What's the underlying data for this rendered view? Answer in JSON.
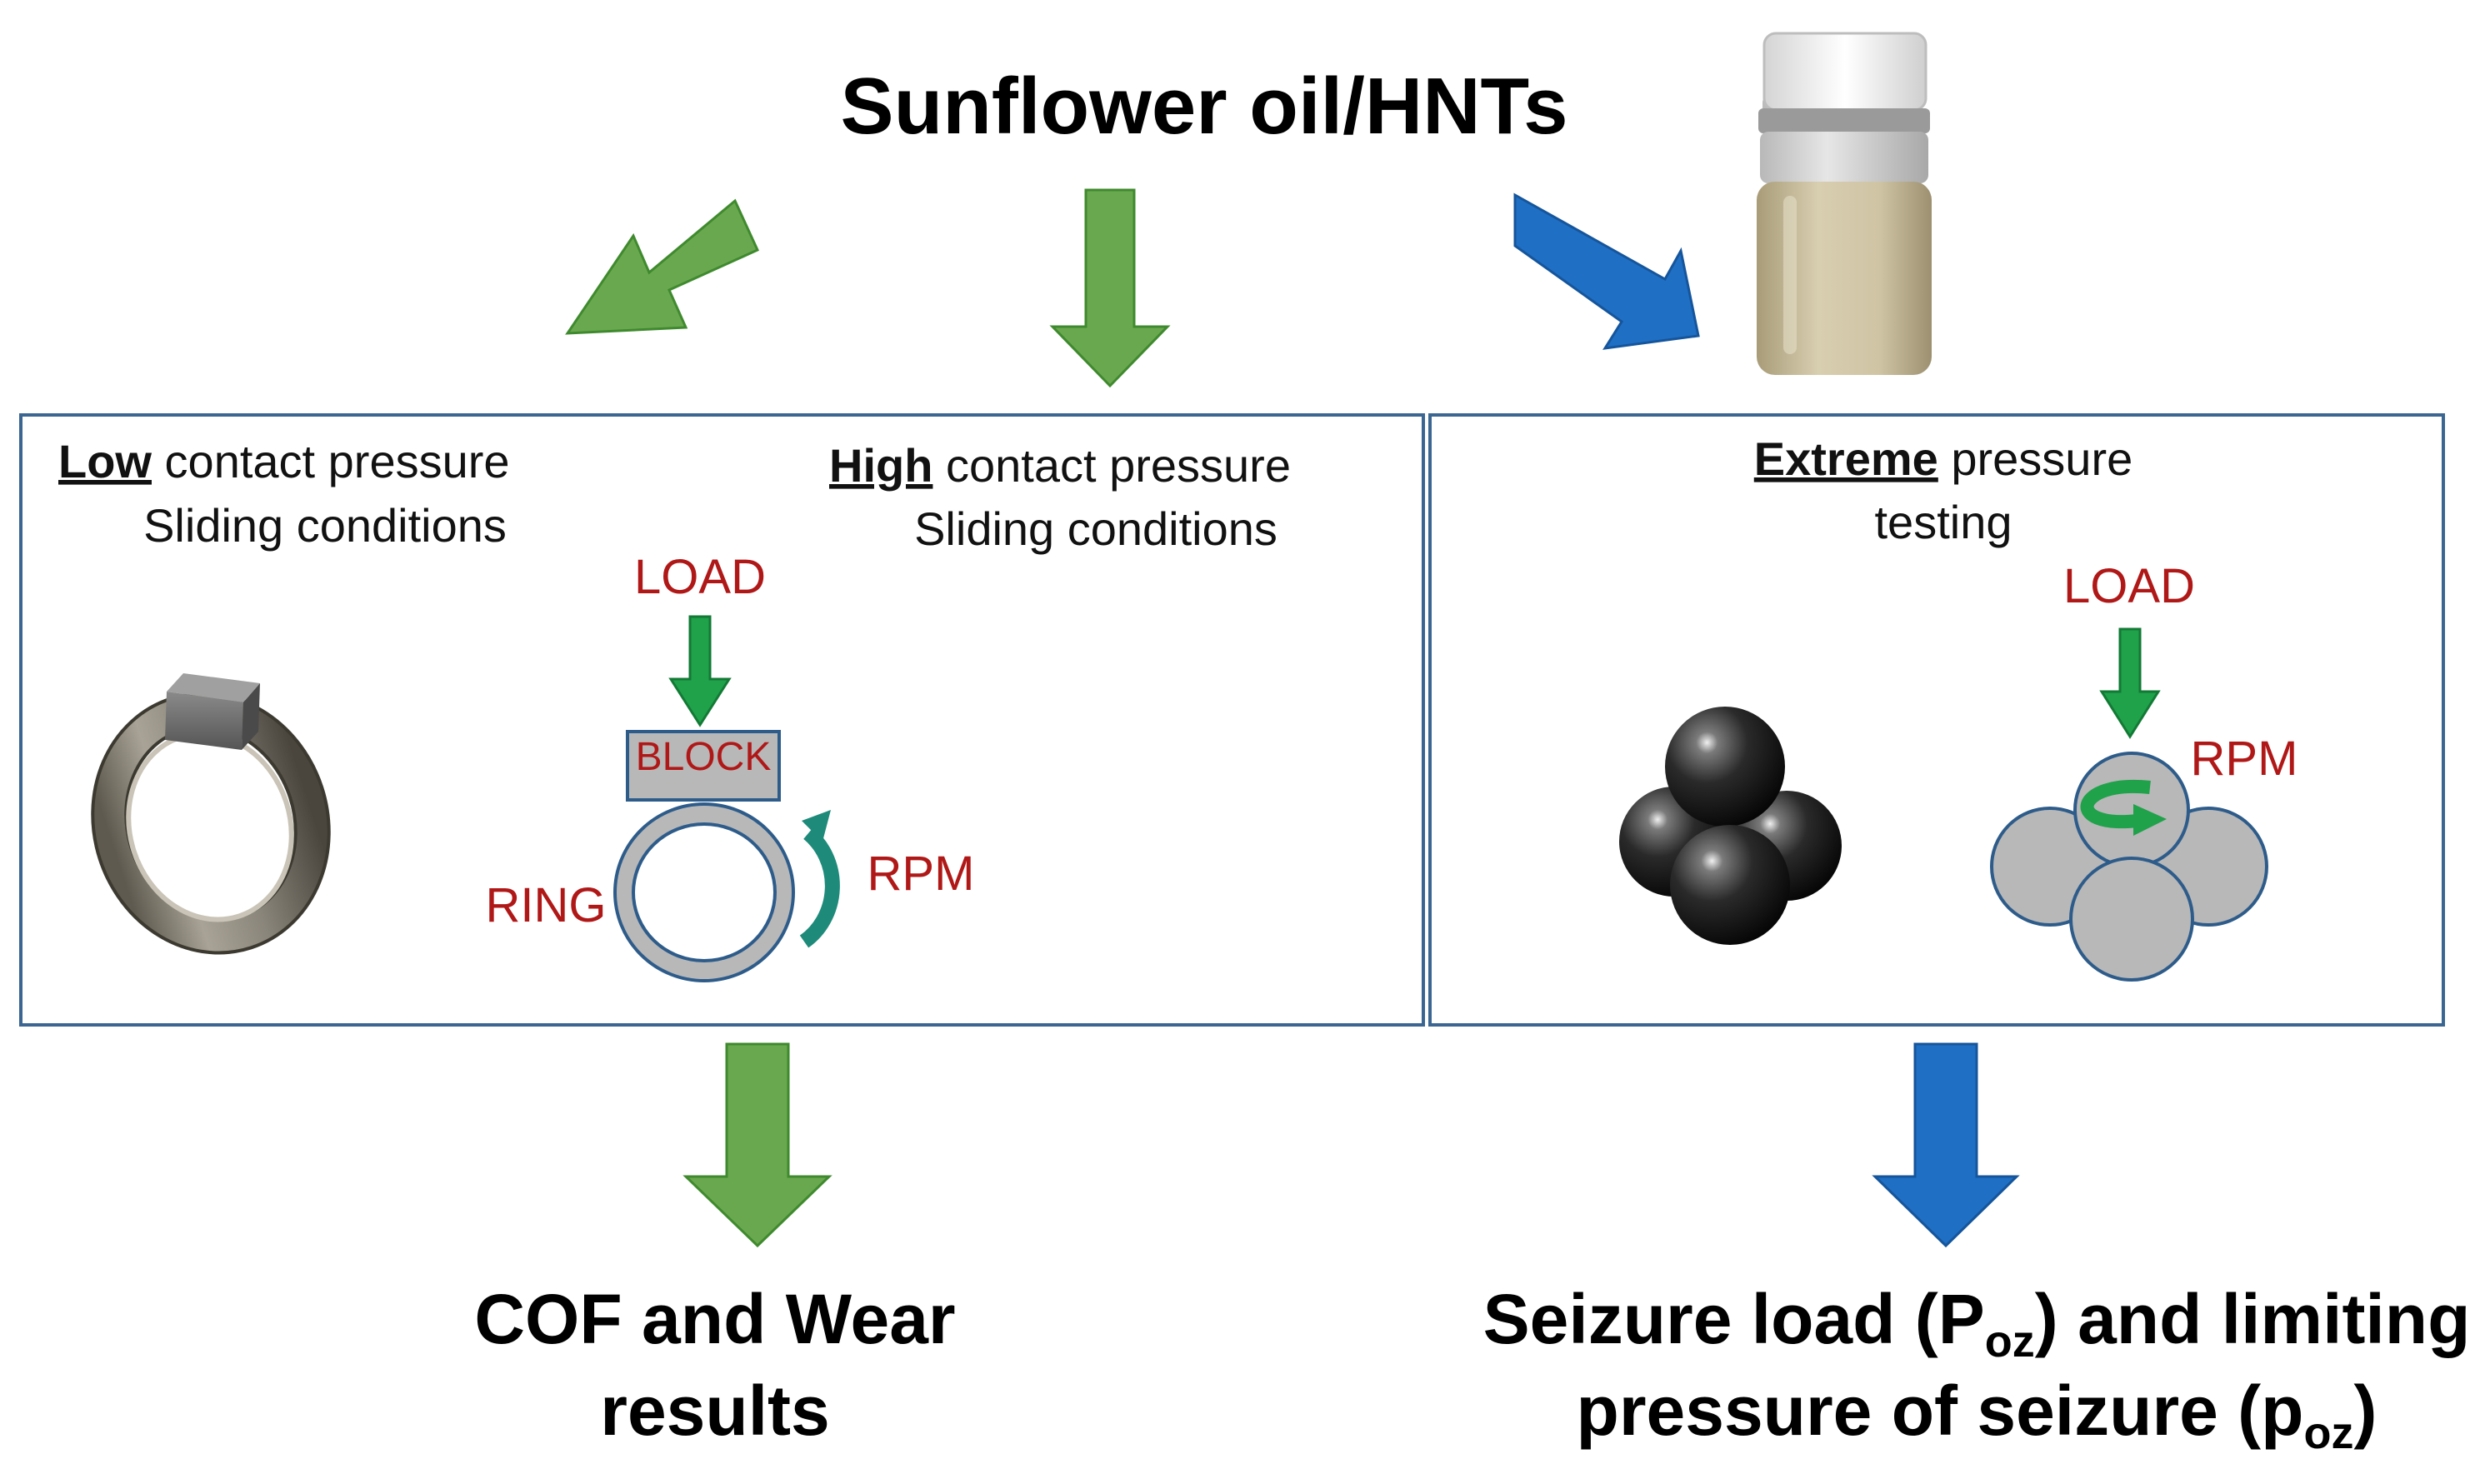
{
  "title": "Sunflower oil/HNTs",
  "panels": {
    "low": {
      "emph": "Low",
      "rest": " contact pressure",
      "line2": "Sliding conditions"
    },
    "high": {
      "emph": "High",
      "rest": " contact pressure",
      "line2": "Sliding conditions"
    },
    "extreme": {
      "emph": "Extreme",
      "rest": " pressure",
      "line2": "testing"
    }
  },
  "block_on_ring": {
    "load": "LOAD",
    "block": "BLOCK",
    "ring": "RING",
    "rpm": "RPM"
  },
  "four_ball": {
    "load": "LOAD",
    "rpm": "RPM"
  },
  "results": {
    "left": {
      "line1": "COF and Wear",
      "line2": "results"
    },
    "right": {
      "line1_a": "Seizure load (P",
      "line1_sub": "oz",
      "line1_b": ") and limiting",
      "line2_a": "pressure of seizure (p",
      "line2_sub": "oz",
      "line2_b": ")"
    }
  },
  "icons": [
    "green-arrow",
    "blue-arrow",
    "oil-jar",
    "ring-block-specimen",
    "steel-balls"
  ],
  "colors": {
    "green": "#6aa84f",
    "bright_green": "#1fa24a",
    "blue": "#1f6fc5",
    "panel_border": "#3b6691",
    "label_red": "#b01818",
    "gray_fill": "#b8b8b8",
    "outline_blue": "#2e5c8a",
    "teal": "#1e8a7a"
  }
}
